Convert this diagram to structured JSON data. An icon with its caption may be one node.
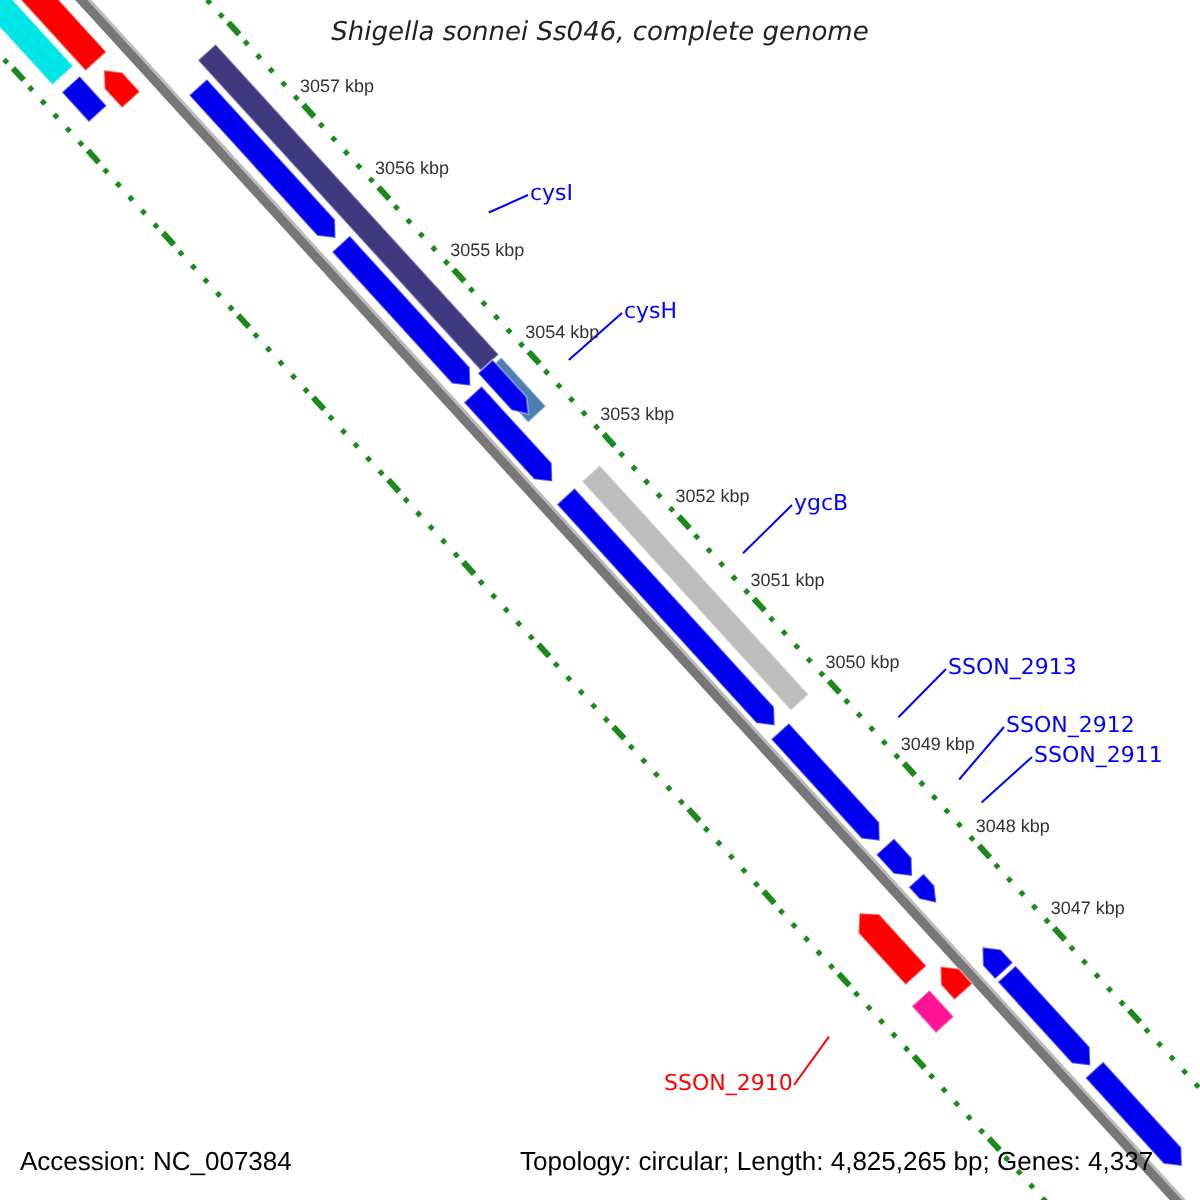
{
  "diagram": {
    "title": "Shigella sonnei Ss046, complete genome",
    "nodes": [
      {
        "text": [
          "cysI"
        ]
      },
      {
        "text": [
          "cysH"
        ]
      },
      {
        "text": [
          "ygcB"
        ]
      },
      {
        "text": [
          "SSON_2913"
        ]
      },
      {
        "text": [
          "SSON_2912"
        ]
      },
      {
        "text": [
          "SSON_2911"
        ]
      },
      {
        "text": [
          "SSON_2910"
        ]
      }
    ],
    "edges": [
      {
        "from": 0,
        "to": null,
        "arrow": "none"
      },
      {
        "from": 1,
        "to": null,
        "arrow": "none"
      },
      {
        "from": 2,
        "to": null,
        "arrow": "none"
      },
      {
        "from": 3,
        "to": null,
        "arrow": "none"
      },
      {
        "from": 4,
        "to": null,
        "arrow": "none"
      },
      {
        "from": 5,
        "to": null,
        "arrow": "none"
      },
      {
        "from": 6,
        "to": null,
        "arrow": "none",
        "color": "#ff0000"
      }
    ],
    "labels": [
      "3057 kbp",
      "3056 kbp",
      "3055 kbp",
      "3054 kbp",
      "3053 kbp",
      "3052 kbp",
      "3051 kbp",
      "3050 kbp",
      "3049 kbp",
      "3048 kbp",
      "3047 kbp",
      "Accession: NC_007384",
      "Topology: circular; Length: 4,825,265 bp; Genes: 4,337"
    ]
  }
}
